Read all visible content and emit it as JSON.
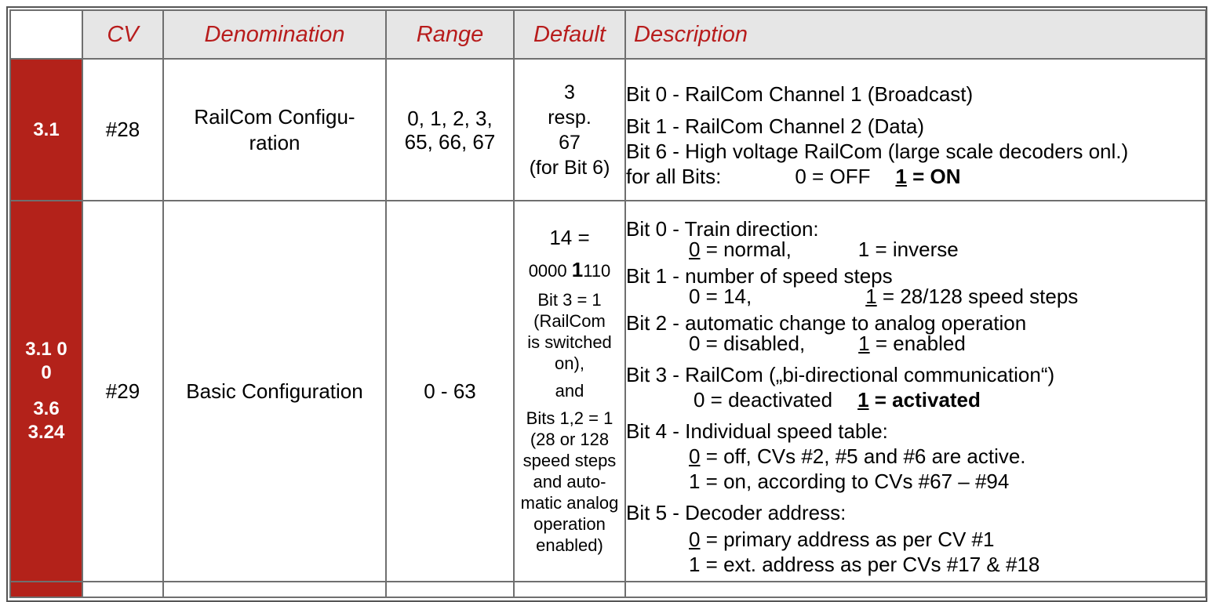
{
  "headers": {
    "blank": "",
    "cv": "CV",
    "denomination": "Denomination",
    "range": "Range",
    "default": "Default",
    "description": "Description"
  },
  "colors": {
    "section_bg": "#b3221a",
    "header_text": "#b81c1c",
    "header_bg": "#e6e6e6"
  },
  "rows": [
    {
      "section": [
        "3.1"
      ],
      "cv": "#28",
      "denomination": [
        "RailCom Configu-",
        "ration"
      ],
      "range": [
        "0, 1, 2, 3,",
        "65, 66, 67"
      ],
      "default": [
        "3",
        "resp.",
        "67",
        "(for Bit 6)"
      ],
      "description": {
        "l1": "Bit 0 - RailCom Channel 1 (Broadcast)",
        "l2": "Bit 1 - RailCom Channel 2 (Data)",
        "l3": "Bit 6 - High voltage RailCom (large scale decoders onl.)",
        "l4_prefix": "for all Bits:",
        "l4_off": "0 = OFF",
        "l4_on_digit": "1",
        "l4_on_rest": " = ON"
      }
    },
    {
      "section": [
        "3.1 0",
        "0",
        "3.6",
        "3.24"
      ],
      "cv": "#29",
      "denomination": [
        "Basic Configuration"
      ],
      "range": [
        "0 - 63"
      ],
      "default": {
        "l1": "14 =",
        "l2a": "0000 ",
        "l2b": "1",
        "l2c": "110",
        "l3": "Bit 3 = 1",
        "l4": "(RailCom",
        "l5": "is switched",
        "l6": "on),",
        "l7": "and",
        "l8": "Bits 1,2 = 1",
        "l9": "(28 or 128",
        "l10": "speed steps",
        "l11": "and auto-",
        "l12": "matic analog",
        "l13": "operation",
        "l14": "enabled)"
      },
      "description": {
        "b0": "Bit 0 - Train direction:",
        "b0a_u": "0",
        "b0a": " = normal,",
        "b0b": "1 = inverse",
        "b1": "Bit 1 - number of speed steps",
        "b1a": "0 = 14,",
        "b1b_u": "1",
        "b1b": " = 28/128 speed steps",
        "b2": "Bit 2 - automatic change to analog operation",
        "b2a": "0 = disabled,",
        "b2b_u": "1",
        "b2b": " = enabled",
        "b3": "Bit 3 - RailCom („bi-directional communication“)",
        "b3a": "0 = deactivated",
        "b3b_u": "1",
        "b3b": " = activated",
        "b4": "Bit 4 - Individual speed table:",
        "b4a_u": "0",
        "b4a": " = off, CVs #2, #5 and #6 are active.",
        "b4b": "1 = on, according to CVs #67 – #94",
        "b5": "Bit 5 - Decoder address:",
        "b5a_u": "0",
        "b5a": " = primary address as per CV #1",
        "b5b": "1 = ext. address as per CVs #17 & #18"
      }
    }
  ]
}
